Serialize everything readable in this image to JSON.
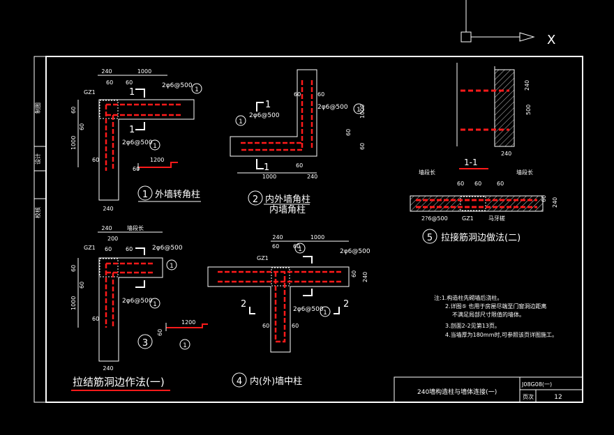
{
  "ucs": {
    "axis_x": "X"
  },
  "side_labels": [
    "制图",
    "设计",
    "校核"
  ],
  "details": {
    "d1": {
      "num": "1",
      "title": "外墙转角柱",
      "dims": [
        "240",
        "1000",
        "60",
        "60",
        "60",
        "1000",
        "60",
        "60",
        "240",
        "1200",
        "60"
      ],
      "gz": "GZ1",
      "rebar": [
        "2φ6@500",
        "2φ6@500"
      ],
      "circle": [
        "1",
        "1"
      ],
      "sec": [
        "1",
        "1"
      ]
    },
    "d2": {
      "num": "2",
      "title_a": "内外墙角柱",
      "title_b": "内墙角柱",
      "dims": [
        "60",
        "60",
        "1000",
        "60",
        "60",
        "1000",
        "60",
        "240"
      ],
      "rebar": [
        "2φ6@500",
        "2φ6@500"
      ],
      "circle": [
        "1",
        "1"
      ],
      "sec": [
        "1",
        "1"
      ]
    },
    "d3": {
      "num": "3",
      "dims": [
        "240",
        "200",
        "60",
        "60",
        "60",
        "1000",
        "60",
        "60",
        "240",
        "1200",
        "60"
      ],
      "wall": "墙段长",
      "gz": "GZ1",
      "rebar": [
        "2φ6@500",
        "2φ6@500"
      ],
      "circle": [
        "1",
        "1",
        "1"
      ]
    },
    "d4": {
      "num": "4",
      "title": "内(外)墙中柱",
      "dims": [
        "240",
        "1000",
        "60",
        "60",
        "240",
        "60",
        "60",
        "60"
      ],
      "gz": "GZ1",
      "rebar": [
        "2φ6@500",
        "2φ6@500"
      ],
      "circle": [
        "1",
        "1"
      ],
      "sec": [
        "2",
        "2"
      ]
    },
    "d5": {
      "num": "5",
      "title": "拉接筋洞边做法(二)",
      "dims": [
        "墙段长",
        "60",
        "60",
        "墙段长",
        "60",
        "60",
        "240",
        "240",
        "500",
        "240"
      ],
      "rebar": "2?6@500",
      "gz": "GZ1",
      "tooth": "马牙槎",
      "sec": "1-1"
    },
    "bottom_title": "拉结筋洞边作法(一)"
  },
  "notes": [
    "注:1.构造柱先砌墙后浇柱。",
    "2.详图⑤ 也用于房屋尽端至门窗洞边距离",
    "不满足局部尺寸限值的墙体。",
    "3.剖面2-2见第13页。",
    "4.当墙厚为180mm时,可参照该页详图施工。"
  ],
  "title_block": {
    "title": "240墙构造柱与墙体连接(一)",
    "code": "J08G08(一)",
    "page_label": "页次",
    "page": "12"
  }
}
